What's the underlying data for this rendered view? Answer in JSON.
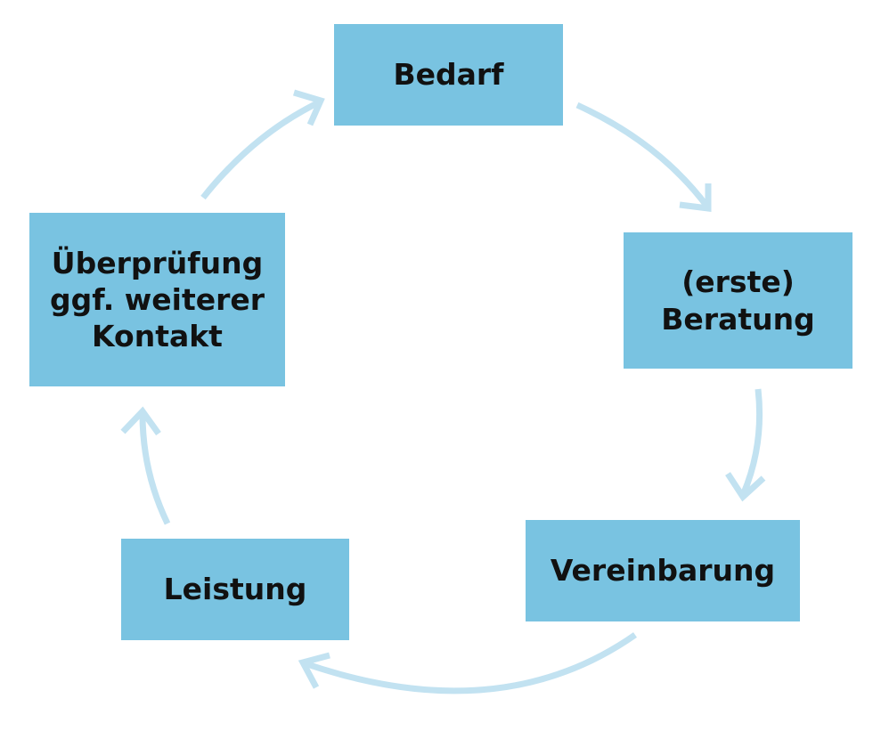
{
  "colors": {
    "box": "#79c3e1",
    "arrow": "#c2e2f1",
    "text": "#111111"
  },
  "steps": [
    {
      "label": "Bedarf"
    },
    {
      "label": "(erste)\nBeratung"
    },
    {
      "label": "Vereinbarung"
    },
    {
      "label": "Leistung"
    },
    {
      "label": "Überprüfung\nggf. weiterer\nKontakt"
    }
  ]
}
